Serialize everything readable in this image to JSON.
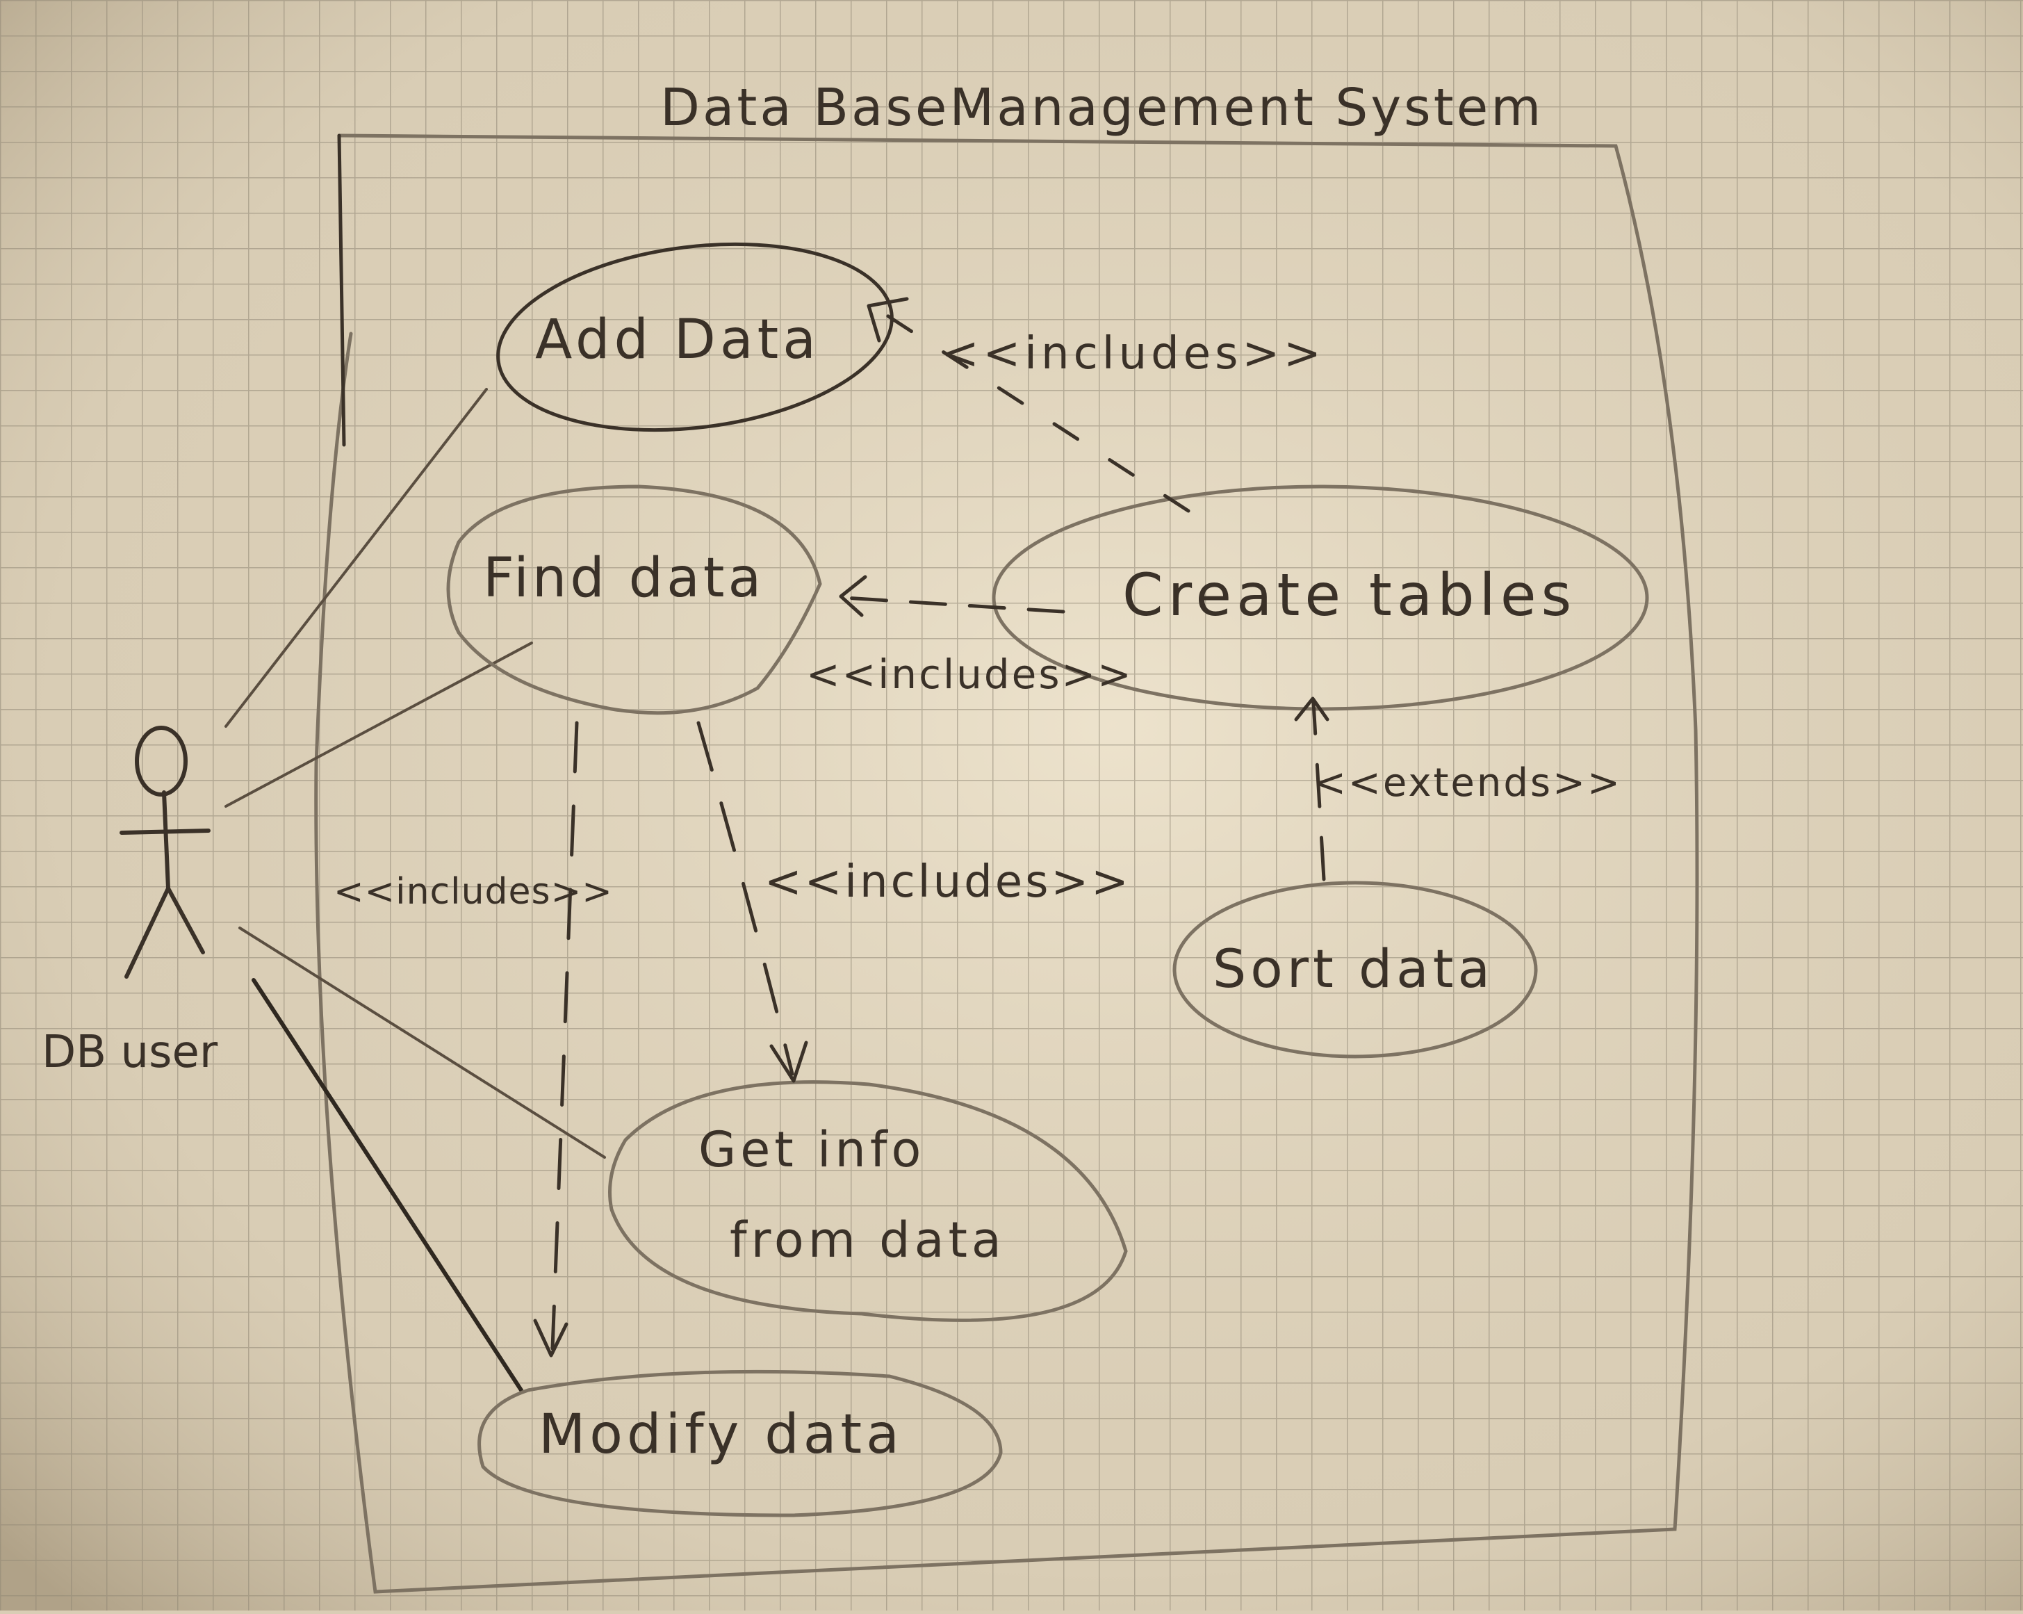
{
  "diagram": {
    "system_title": "Data BaseManagement System",
    "actor": {
      "label": "DB user"
    },
    "use_cases": {
      "add_data": "Add Data",
      "find_data": "Find data",
      "create_tables": "Create tables",
      "sort_data": "Sort data",
      "get_info_line1": "Get info",
      "get_info_line2": "from data",
      "modify_data": "Modify data"
    },
    "relations": {
      "create_to_add": "<<includes>>",
      "create_to_find": "<<includes>>",
      "sort_to_create": "<<extends>>",
      "find_to_modify": "<<includes>>",
      "find_to_getinfo": "<<includes>>"
    }
  },
  "colors": {
    "paper": "#d9cdb5",
    "grid": "#8f8675",
    "ink": "#3a3128",
    "pencil_light": "#7d7262"
  }
}
